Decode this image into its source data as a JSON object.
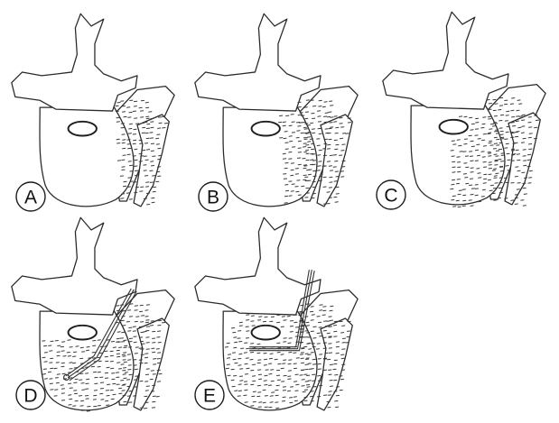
{
  "panels": [
    {
      "id": "A",
      "label": "A",
      "fill_regions": [
        "psoas-left",
        "psoas-right"
      ],
      "needle": false
    },
    {
      "id": "B",
      "label": "B",
      "fill_regions": [
        "psoas-left",
        "psoas-right",
        "body-right-third"
      ],
      "needle": false
    },
    {
      "id": "C",
      "label": "C",
      "fill_regions": [
        "psoas-left",
        "psoas-right",
        "body-right-half"
      ],
      "needle": false
    },
    {
      "id": "D",
      "label": "D",
      "fill_regions": [
        "psoas-left",
        "psoas-right",
        "body-lower"
      ],
      "needle": true,
      "needle_style": "bent-tip"
    },
    {
      "id": "E",
      "label": "E",
      "fill_regions": [
        "psoas-left",
        "psoas-right",
        "body-full"
      ],
      "needle": true,
      "needle_style": "hooked"
    }
  ],
  "colors": {
    "line": "#2a2a2a",
    "fill_marks": "#3a3a3a",
    "background": "#ffffff"
  }
}
